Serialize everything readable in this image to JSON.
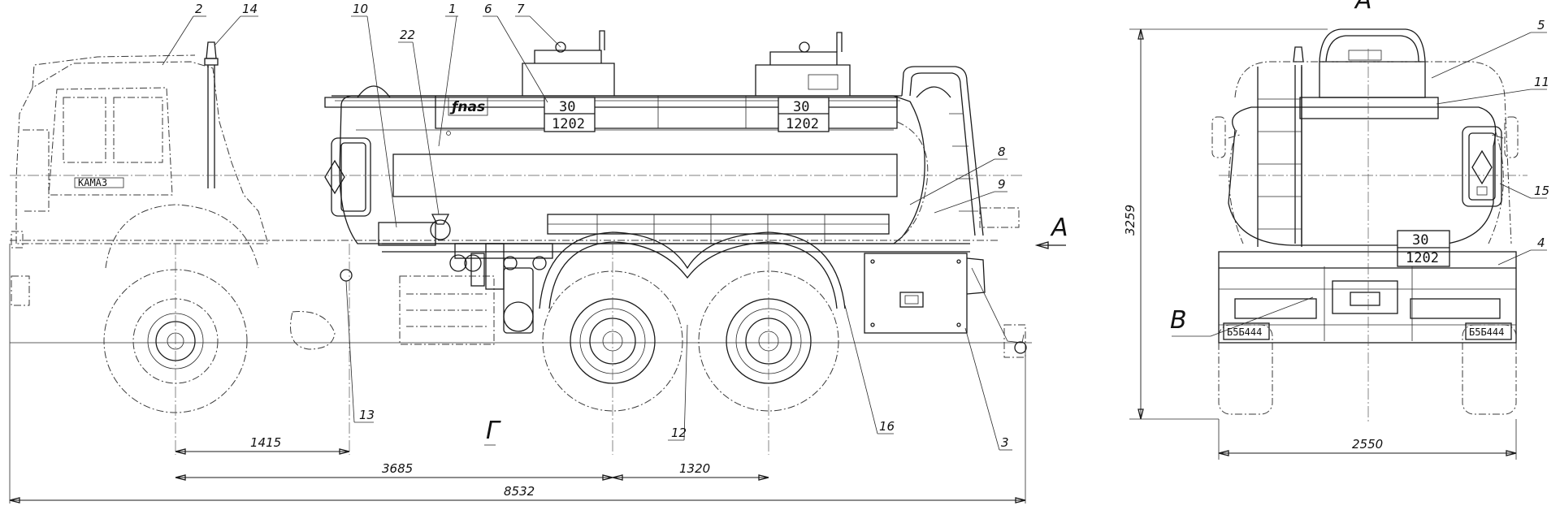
{
  "callouts": [
    "1",
    "2",
    "3",
    "4",
    "5",
    "6",
    "7",
    "8",
    "9",
    "10",
    "11",
    "12",
    "13",
    "14",
    "15",
    "16",
    "22"
  ],
  "section_marks": {
    "view_a": "А",
    "view_b": "В",
    "view_g": "Г"
  },
  "dimensions": {
    "wheel_front_offset": "1415",
    "wheelbase": "3685",
    "bogie_base": "1320",
    "overall_length": "8532",
    "overall_height": "3259",
    "overall_width": "2550"
  },
  "hazard_plates": [
    {
      "top": "30",
      "bottom": "1202"
    },
    {
      "top": "30",
      "bottom": "1202"
    },
    {
      "top": "30",
      "bottom": "1202"
    }
  ],
  "tank_logo": "ƒnas",
  "cab_badge": "КАМАЗ",
  "rear_plates": [
    "Б5Б444",
    "Б5Б444"
  ]
}
